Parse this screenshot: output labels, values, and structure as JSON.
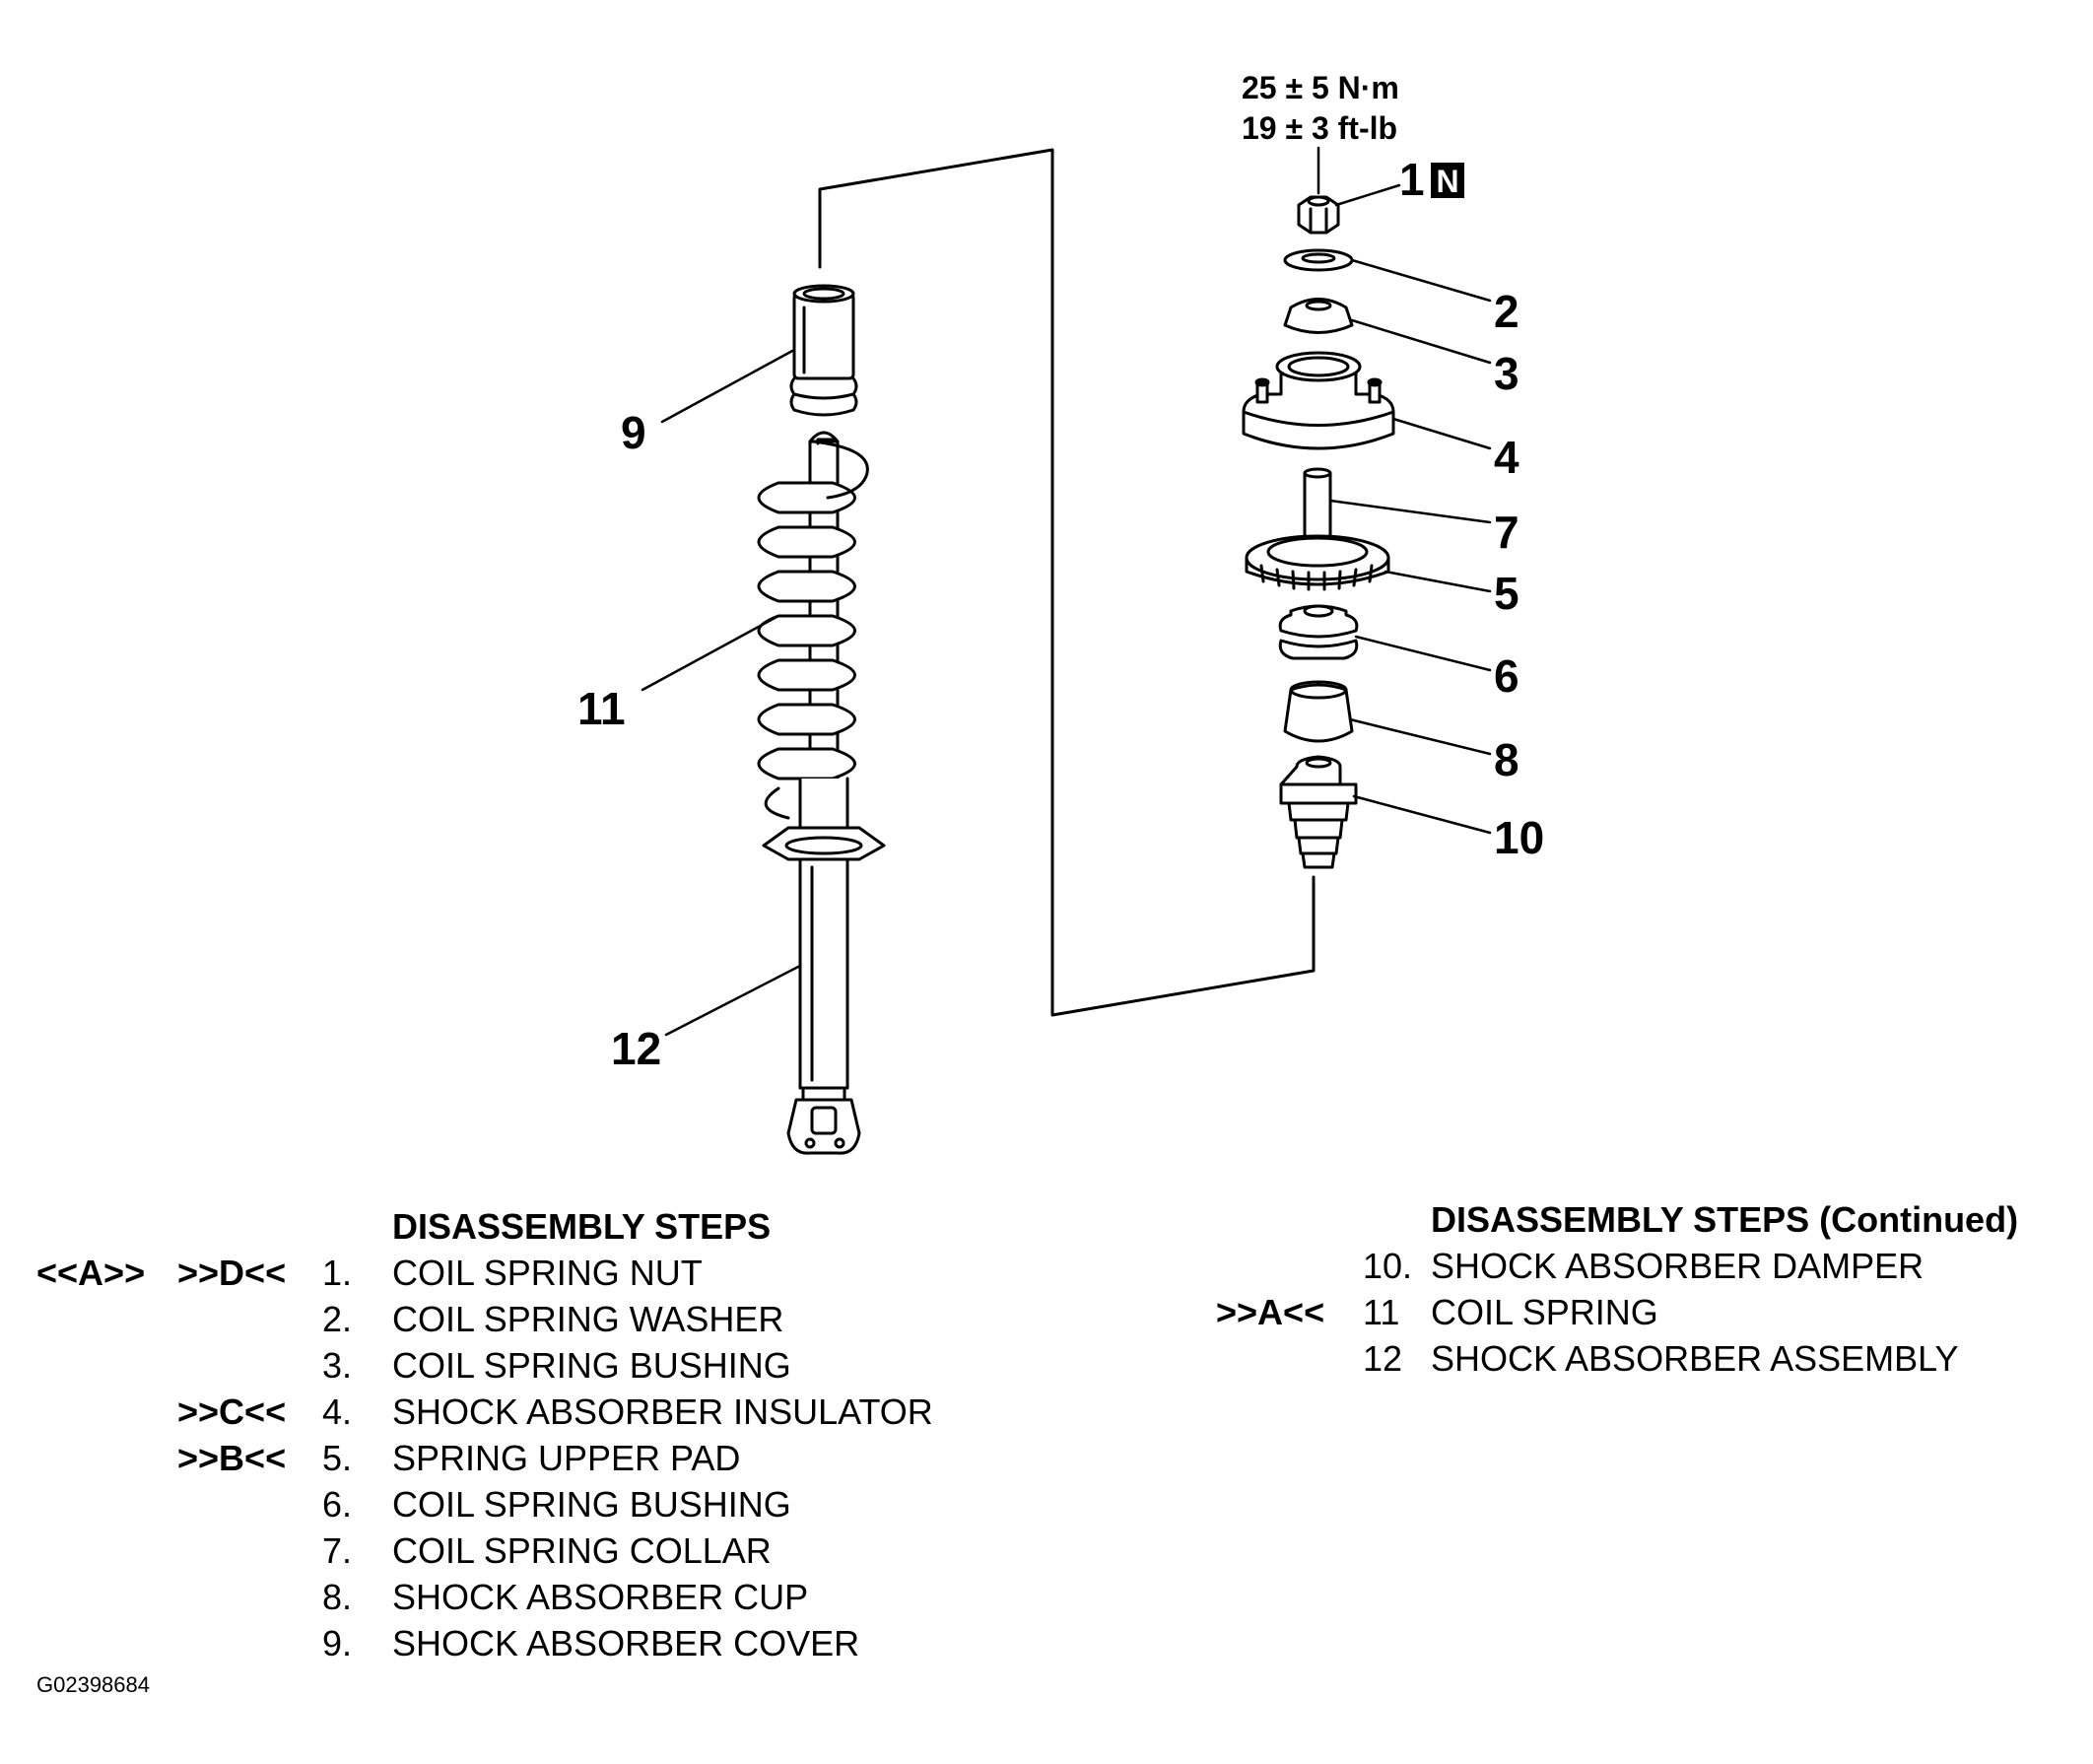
{
  "torque": {
    "metric": "25 ± 5 N·m",
    "imperial": "19 ± 3 ft-lb"
  },
  "note_badge": "N",
  "callouts": {
    "c1": "1",
    "c2": "2",
    "c3": "3",
    "c4": "4",
    "c5": "5",
    "c6": "6",
    "c7": "7",
    "c8": "8",
    "c9": "9",
    "c10": "10",
    "c11": "11",
    "c12": "12"
  },
  "steps": {
    "header": "DISASSEMBLY STEPS",
    "items": [
      {
        "left_code": "<<A>>",
        "right_code": ">>D<<",
        "num": "1.",
        "label": "COIL SPRING NUT"
      },
      {
        "left_code": "",
        "right_code": "",
        "num": "2.",
        "label": "COIL SPRING WASHER"
      },
      {
        "left_code": "",
        "right_code": "",
        "num": "3.",
        "label": "COIL SPRING BUSHING"
      },
      {
        "left_code": "",
        "right_code": ">>C<<",
        "num": "4.",
        "label": "SHOCK ABSORBER INSULATOR"
      },
      {
        "left_code": "",
        "right_code": ">>B<<",
        "num": "5.",
        "label": "SPRING UPPER PAD"
      },
      {
        "left_code": "",
        "right_code": "",
        "num": "6.",
        "label": "COIL SPRING BUSHING"
      },
      {
        "left_code": "",
        "right_code": "",
        "num": "7.",
        "label": "COIL SPRING COLLAR"
      },
      {
        "left_code": "",
        "right_code": "",
        "num": "8.",
        "label": "SHOCK ABSORBER CUP"
      },
      {
        "left_code": "",
        "right_code": "",
        "num": "9.",
        "label": "SHOCK ABSORBER COVER"
      }
    ]
  },
  "steps_continued": {
    "header": "DISASSEMBLY STEPS (Continued)",
    "items": [
      {
        "code": "",
        "num": "10.",
        "label": "SHOCK ABSORBER DAMPER"
      },
      {
        "code": ">>A<<",
        "num": "11",
        "label": "COIL SPRING"
      },
      {
        "code": "",
        "num": "12",
        "label": "SHOCK ABSORBER ASSEMBLY"
      }
    ]
  },
  "figure_id": "G02398684"
}
